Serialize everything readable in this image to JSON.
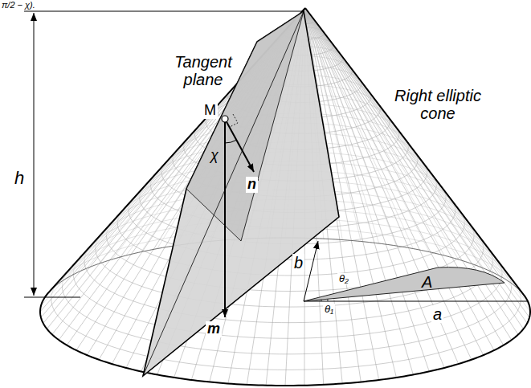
{
  "diagram": {
    "nodes": [
      {
        "text": [
          "A"
        ]
      }
    ],
    "labels": [
      "π/2 − χ).",
      "h",
      "Tangent plane",
      "Right elliptic cone",
      "M",
      "χ",
      "n",
      "m",
      "b",
      "θ₂",
      "θ₁",
      "a"
    ]
  }
}
